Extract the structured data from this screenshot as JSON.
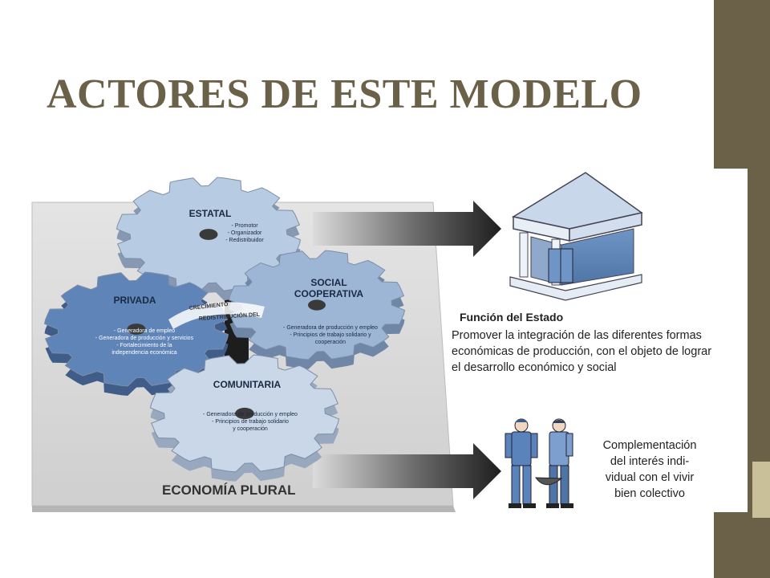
{
  "slide": {
    "title": "ACTORES DE ESTE MODELO",
    "colors": {
      "accent": "#6b6148",
      "accent_light": "#c9c09a",
      "gear_blue": "#5f84b8",
      "gear_light": "#b9cde3"
    }
  },
  "diagram": {
    "gears": {
      "estatal": {
        "title": "ESTATAL",
        "roles": [
          "- Promotor",
          "- Organizador",
          "- Redistribuidor"
        ]
      },
      "social": {
        "title_line1": "SOCIAL",
        "title_line2": "COOPERATIVA",
        "roles": [
          "- Generadora de producción y empleo",
          "- Principios de trabajo solidario y",
          "cooperación"
        ]
      },
      "privada": {
        "title": "PRIVADA",
        "roles": [
          "- Generadora de empleo",
          "- Generadora de producción y servicios",
          "- Fortalecimiento de la",
          "independencia económica"
        ]
      },
      "comunitaria": {
        "title": "COMUNITARIA",
        "roles": [
          "- Generadora de producción y empleo",
          "- Principios de trabajo solidario",
          "y cooperación"
        ]
      }
    },
    "center_arrow_text": [
      "CRECIMIENTO",
      "REDISTRIBUCIÓN DEL"
    ],
    "footer_label": "ECONOMÍA PLURAL",
    "estado": {
      "heading": "Función del Estado",
      "text": "Promover la integración de las diferentes formas económicas de producción, con el objeto de lograr el desarrollo económico y social"
    },
    "complementacion": {
      "text": [
        "Complementación",
        "del interés indi-",
        "vidual con el vivir",
        "bien colectivo"
      ]
    },
    "icons": [
      "gear-icon",
      "arrow-right-icon",
      "building-icon",
      "worker-icon"
    ]
  }
}
